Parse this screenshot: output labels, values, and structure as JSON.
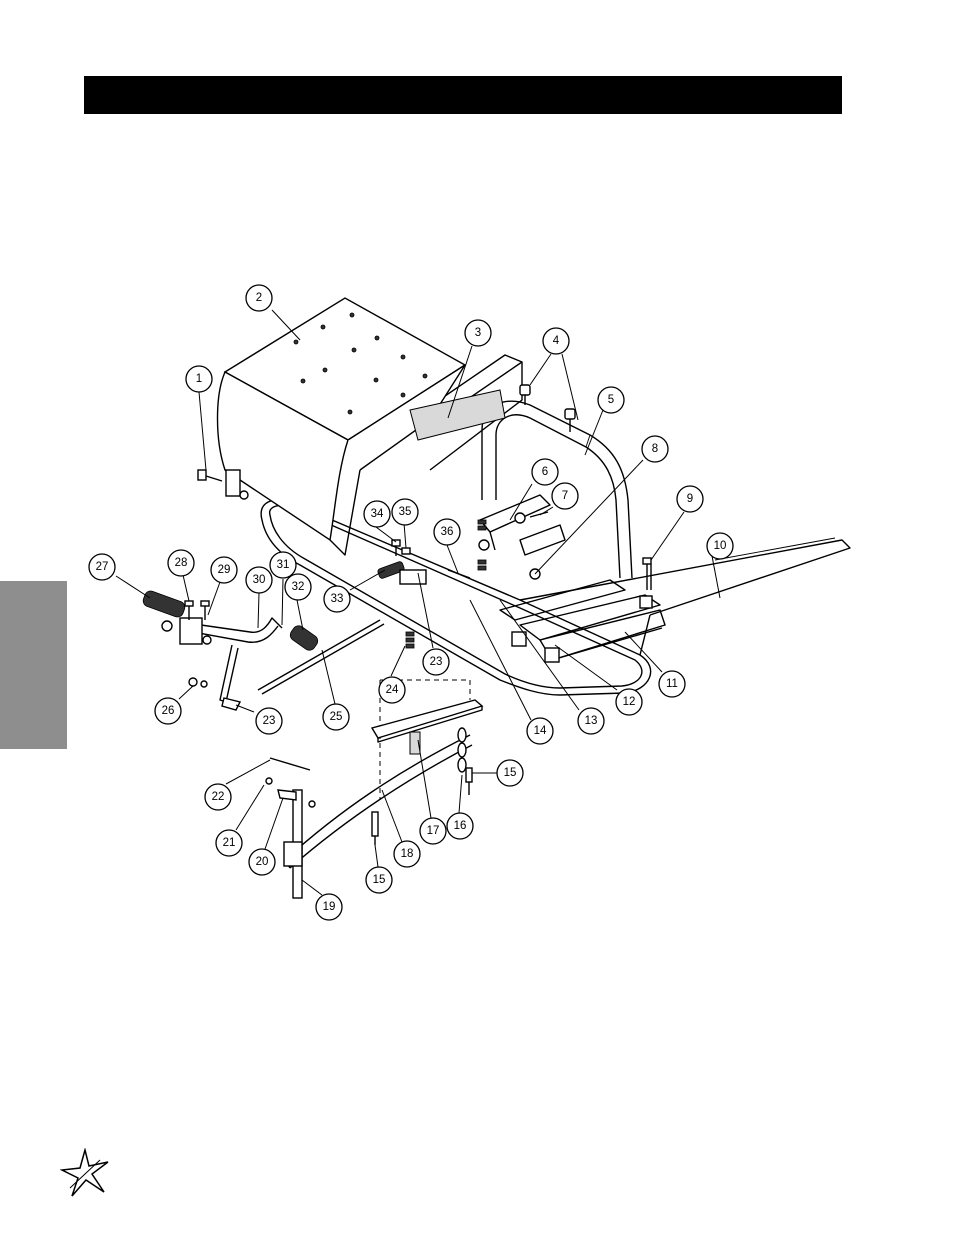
{
  "title_bar": {
    "text": ""
  },
  "callouts": [
    {
      "label": "1"
    },
    {
      "label": "2"
    },
    {
      "label": "3"
    },
    {
      "label": "4"
    },
    {
      "label": "5"
    },
    {
      "label": "6"
    },
    {
      "label": "7"
    },
    {
      "label": "8"
    },
    {
      "label": "9"
    },
    {
      "label": "10"
    },
    {
      "label": "11"
    },
    {
      "label": "12"
    },
    {
      "label": "13"
    },
    {
      "label": "14"
    },
    {
      "label": "15"
    },
    {
      "label": "15"
    },
    {
      "label": "16"
    },
    {
      "label": "17"
    },
    {
      "label": "18"
    },
    {
      "label": "19"
    },
    {
      "label": "20"
    },
    {
      "label": "21"
    },
    {
      "label": "22"
    },
    {
      "label": "23"
    },
    {
      "label": "23"
    },
    {
      "label": "24"
    },
    {
      "label": "25"
    },
    {
      "label": "26"
    },
    {
      "label": "27"
    },
    {
      "label": "28"
    },
    {
      "label": "29"
    },
    {
      "label": "30"
    },
    {
      "label": "31"
    },
    {
      "label": "32"
    },
    {
      "label": "33"
    },
    {
      "label": "34"
    },
    {
      "label": "35"
    },
    {
      "label": "36"
    }
  ],
  "logo": {
    "icon": "star-burst-icon"
  }
}
